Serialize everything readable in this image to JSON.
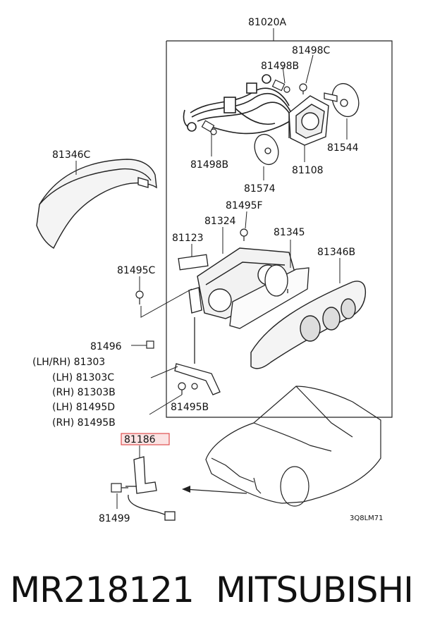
{
  "labels": {
    "assembly": "81020A",
    "screw_81498c": "81498C",
    "socket_81498b_top": "81498B",
    "socket_81498b_left": "81498B",
    "unit_81108": "81108",
    "knob_81544": "81544",
    "knob_81574": "81574",
    "cover_81346c": "81346C",
    "screw_81495f": "81495F",
    "case_81324": "81324",
    "plate_81123": "81123",
    "lens_81345": "81345",
    "panel_81346b": "81346B",
    "screw_81495c": "81495C",
    "clip_81496": "81496",
    "bracket_81303": "(LH/RH) 81303",
    "bracket_81303c": "(LH) 81303C",
    "bracket_81303b": "(RH) 81303B",
    "screw_81495d": "(LH) 81495D",
    "screw_81495b_rh": "(RH) 81495B",
    "screw_81495b": "81495B",
    "sensor_81186": "81186",
    "sensor_81499": "81499",
    "drawing_code": "3Q8LM71"
  },
  "highlight_color": "#e05050",
  "footer": {
    "part_number": "MR218121",
    "brand": "MITSUBISHI"
  }
}
